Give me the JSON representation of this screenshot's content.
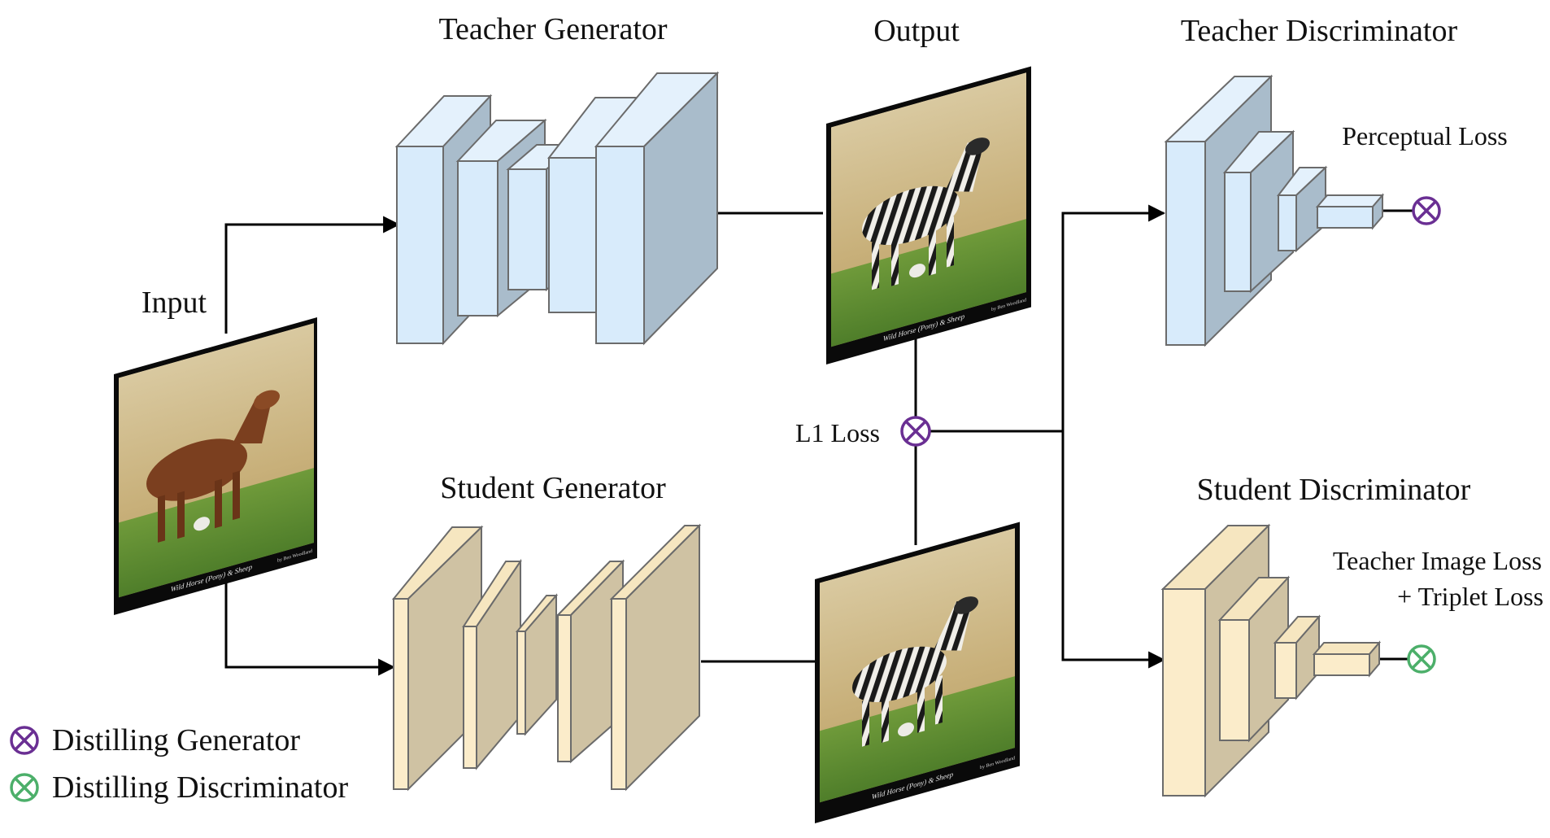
{
  "labels": {
    "input": "Input",
    "output": "Output",
    "teacher_generator": "Teacher Generator",
    "student_generator": "Student Generator",
    "teacher_discriminator": "Teacher Discriminator",
    "student_discriminator": "Student Discriminator",
    "l1_loss": "L1 Loss",
    "perceptual_loss": "Perceptual Loss",
    "teacher_image_loss": "Teacher Image Loss",
    "triplet_loss": "+ Triplet Loss"
  },
  "legend": [
    {
      "label": "Distilling Generator",
      "color": "#6a2f93"
    },
    {
      "label": "Distilling Discriminator",
      "color": "#4caf6a"
    }
  ],
  "photo_caption": {
    "title": "Wild Horse (Pony) & Sheep",
    "credit": "by Ben Woodland"
  },
  "colors": {
    "teacher_front": "#d8ebfb",
    "teacher_side": "#a9bccb",
    "student_front": "#fbecca",
    "student_side": "#cfc2a3",
    "outline": "#6b6b6b",
    "distill_generator": "#6a2f93",
    "distill_discriminator": "#4caf6a"
  }
}
